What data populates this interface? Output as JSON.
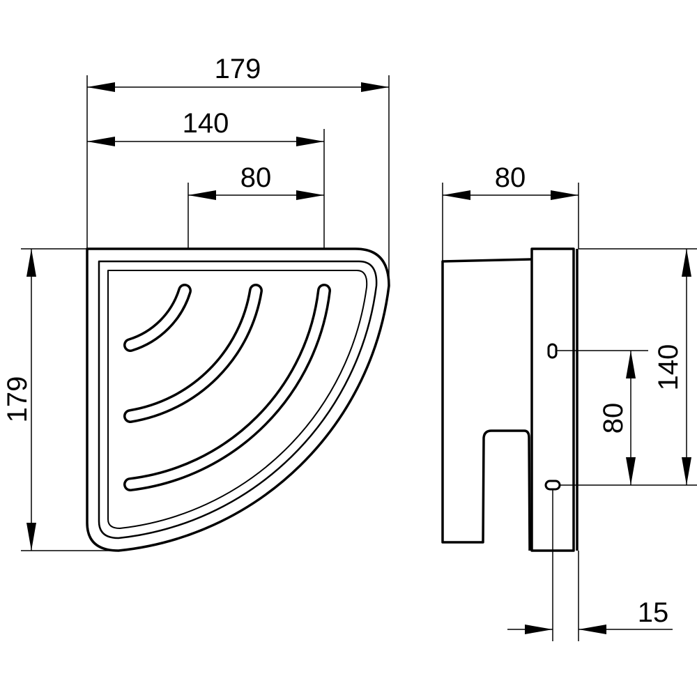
{
  "front_view": {
    "width_overall": "179",
    "width_mid": "140",
    "width_slot": "80",
    "height_overall": "179"
  },
  "side_view": {
    "depth": "80",
    "plate_height": "140",
    "hole_spacing": "80",
    "hole_offset": "15"
  },
  "colors": {
    "line": "#000000",
    "background": "#ffffff"
  }
}
